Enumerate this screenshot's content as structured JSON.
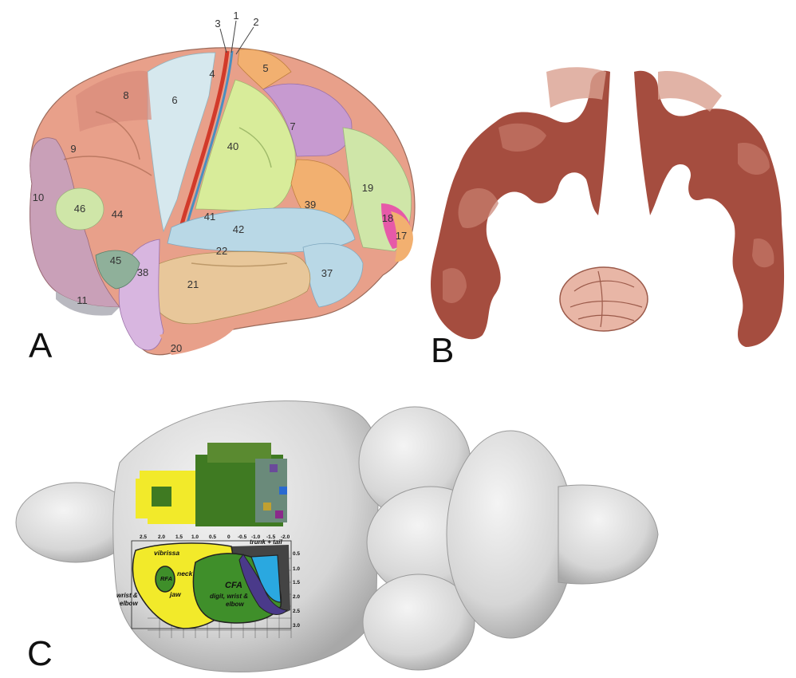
{
  "panel_labels": {
    "a": "A",
    "b": "B",
    "c": "C"
  },
  "panel_a": {
    "areas": [
      "1",
      "2",
      "3",
      "4",
      "5",
      "6",
      "7",
      "8",
      "9",
      "10",
      "11",
      "17",
      "18",
      "19",
      "20",
      "21",
      "22",
      "37",
      "38",
      "39",
      "40",
      "41",
      "42",
      "44",
      "45",
      "46"
    ]
  },
  "panel_c": {
    "regions": {
      "vibrissa": "vibrissa",
      "neck": "neck",
      "rfa": "RFA",
      "jaw": "jaw",
      "cfa": "CFA",
      "cfa_sub": "digit, wrist &",
      "cfa_sub2": "elbow",
      "wrist_elbow_1": "wrist &",
      "wrist_elbow_2": "elbow",
      "trunk_tail": "trunk + tail"
    },
    "x_ticks": [
      "2.5",
      "2.0",
      "1.5",
      "1.0",
      "0.5",
      "0",
      "-0.5",
      "-1.0",
      "-1.5",
      "-2.0"
    ],
    "y_ticks": [
      "0.5",
      "1.0",
      "1.5",
      "2.0",
      "2.5",
      "3.0"
    ]
  },
  "colors": {
    "brain_pink": "#e8a08a",
    "brain_green": "#cfe6a8",
    "brain_orange": "#f2b070",
    "brain_purple": "#c79ad0",
    "brain_blue": "#b9d8e6",
    "brain_tan": "#e8c79a",
    "brain_mauve": "#c9a0b8",
    "coronal_red": "#9b3a2a",
    "map_yellow": "#f2ea2a",
    "map_green": "#3f8f2a",
    "map_cyan": "#2aa8e0",
    "map_purple": "#4a3a8a",
    "map_gray": "#444444"
  }
}
